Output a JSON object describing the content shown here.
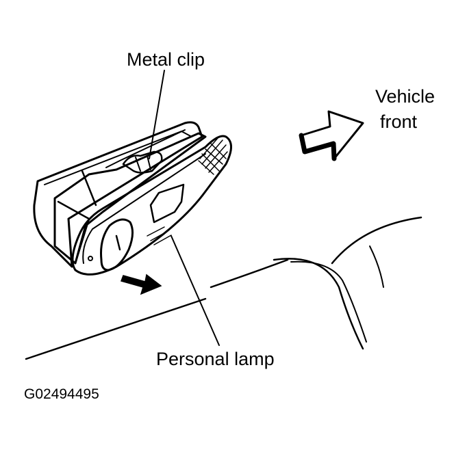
{
  "labels": {
    "metal_clip": "Metal clip",
    "vehicle_front_line1": "Vehicle",
    "vehicle_front_line2": "front",
    "personal_lamp": "Personal lamp",
    "figure_code": "G02494495"
  },
  "colors": {
    "ink": "#000000",
    "paper": "#ffffff"
  },
  "icons": {
    "direction": "vehicle-front-arrow-icon",
    "removal": "removal-direction-arrow-icon"
  }
}
